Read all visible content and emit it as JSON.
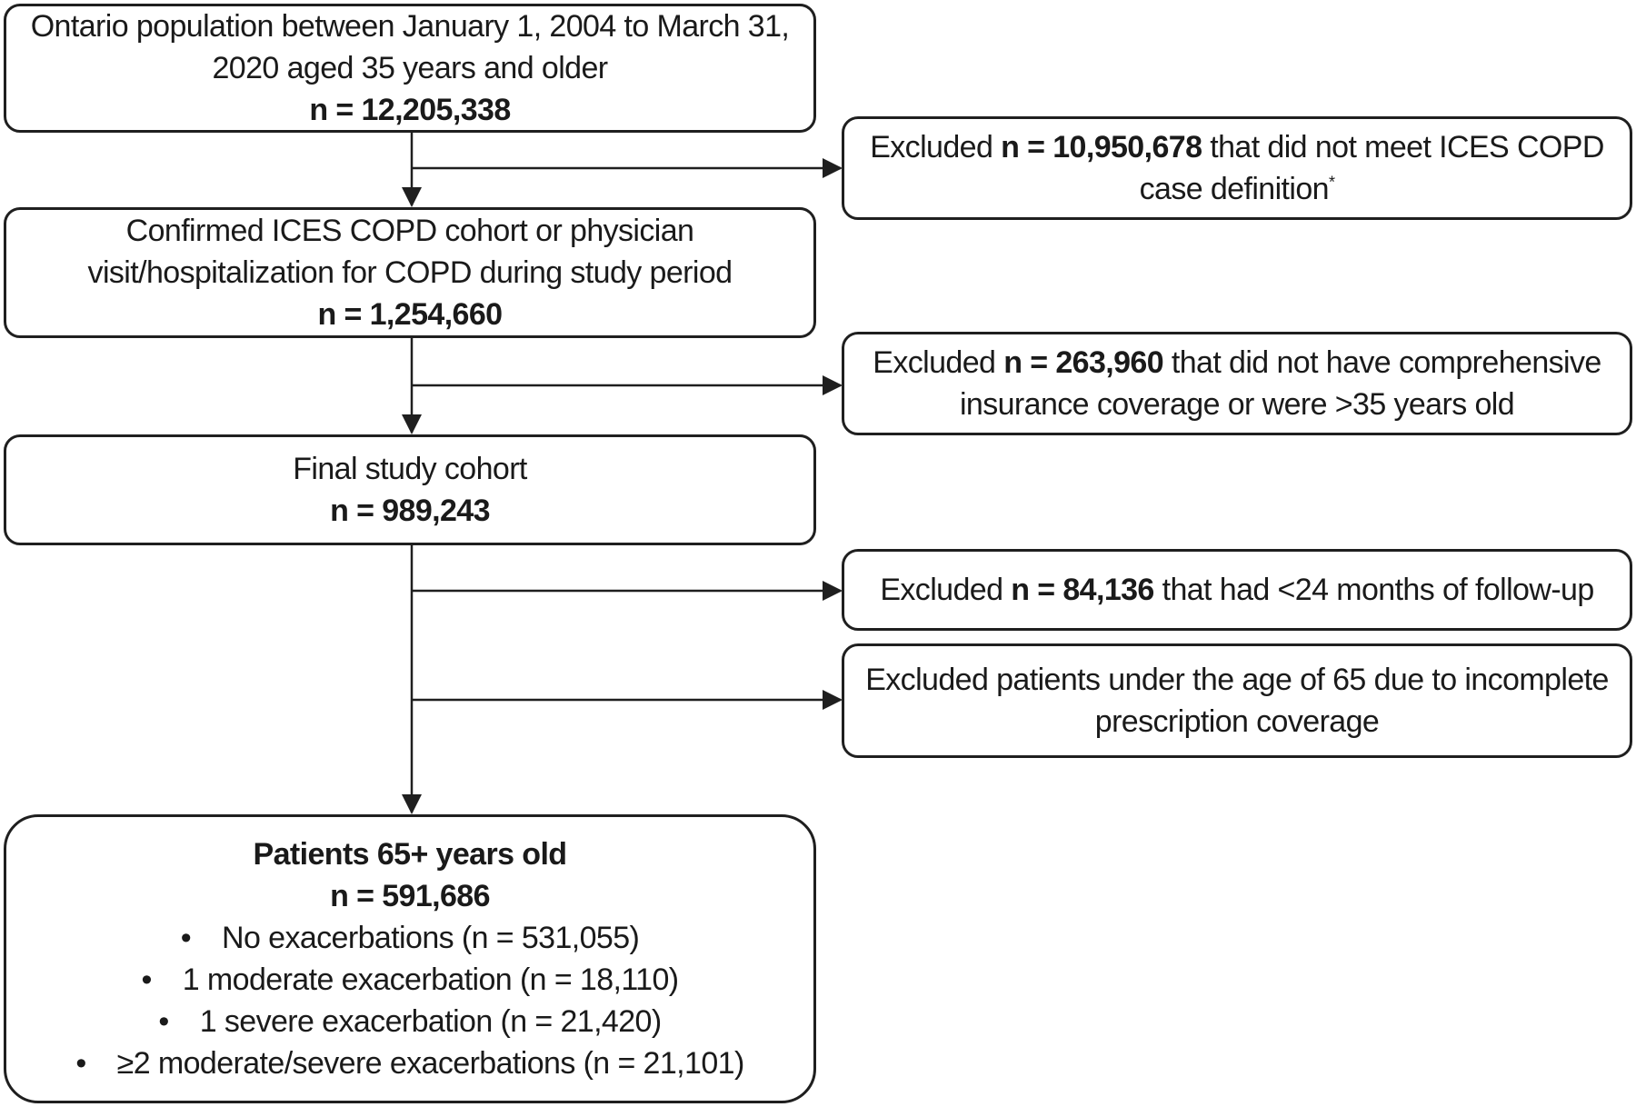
{
  "boxes": {
    "population": {
      "line1": "Ontario population between January 1, 2004 to March 31,",
      "line2": "2020 aged 35 years and older",
      "count": "n = 12,205,338"
    },
    "confirmed": {
      "line1": "Confirmed ICES COPD cohort or physician",
      "line2": "visit/hospitalization for COPD during study period",
      "count": "n = 1,254,660"
    },
    "final_cohort": {
      "line1": "Final study cohort",
      "count": "n = 989,243"
    },
    "patients65": {
      "title": "Patients 65+ years old",
      "count": "n = 591,686",
      "bullet_symbol": "•",
      "items": [
        "No exacerbations (n = 531,055)",
        "1 moderate exacerbation (n = 18,110)",
        "1 severe exacerbation (n = 21,420)",
        "≥2 moderate/severe exacerbations (n = 21,101)"
      ]
    }
  },
  "exclusions": [
    {
      "prefix": "Excluded ",
      "count": "n = 10,950,678",
      "suffix": " that did not meet ICES COPD",
      "line2": "case definition",
      "footnote_mark": "*"
    },
    {
      "prefix": "Excluded ",
      "count": "n = 263,960",
      "suffix": " that did not have comprehensive",
      "line2": "insurance coverage or were >35 years old"
    },
    {
      "prefix": "Excluded ",
      "count": "n = 84,136",
      "suffix": " that had <24 months of follow-up"
    },
    {
      "line1": "Excluded patients under the age of 65 due to incomplete",
      "line2": "prescription coverage"
    }
  ],
  "colors": {
    "border": "#1f1f1f",
    "text": "#1a1a1a",
    "background": "#ffffff"
  }
}
